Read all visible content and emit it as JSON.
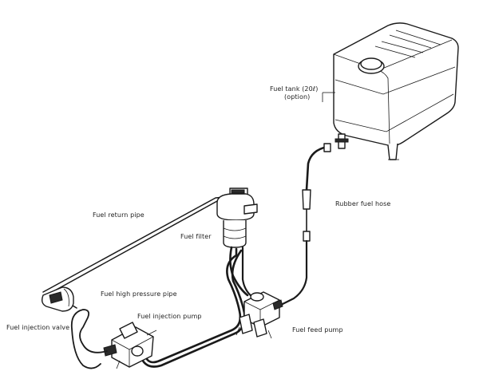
{
  "labels": {
    "fuel_tank": "Fuel tank (20ℓ)",
    "fuel_tank_option": "(option)",
    "rubber_fuel_hose": "Rubber fuel hose",
    "fuel_return_pipe": "Fuel return pipe",
    "fuel_filter": "Fuel filter",
    "fuel_high_pressure_pipe": "Fuel high pressure pipe",
    "fuel_injection_pump": "Fuel injection pump",
    "fuel_injection_valve": "Fuel injection valve",
    "fuel_feed_pump": "Fuel feed pump"
  }
}
